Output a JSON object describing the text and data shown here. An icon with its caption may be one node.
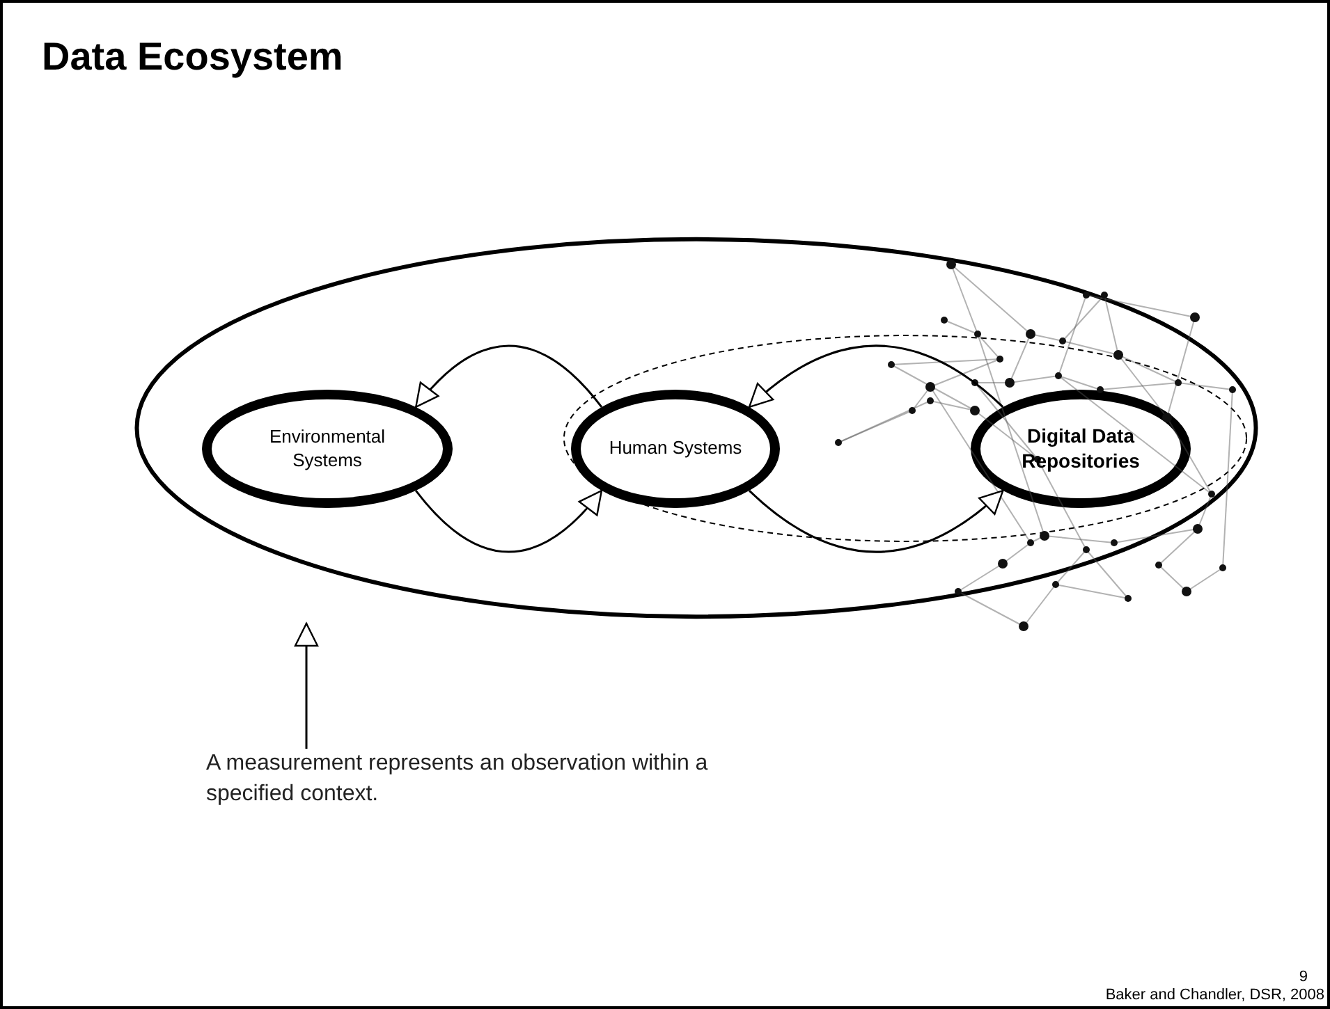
{
  "diagram": {
    "title": "Data Ecosystem",
    "nodes": [
      {
        "text": [],
        "shape": "ellipse"
      },
      {
        "text": [
          "Environmental Systems"
        ],
        "in": 0
      },
      {
        "text": [],
        "shape": "ellipse",
        "in": 0
      },
      {
        "text": [
          "Human Systems"
        ],
        "in": 2
      },
      {
        "text": [
          "Digital Data Repositories"
        ],
        "in": 2
      },
      {
        "text": [
          "A measurement represents an observation within a specified context."
        ]
      }
    ],
    "edges": [
      {
        "from": 3,
        "to": 1,
        "arrow": "to"
      },
      {
        "from": 1,
        "to": 3,
        "arrow": "to"
      },
      {
        "from": 4,
        "to": 3,
        "arrow": "to"
      },
      {
        "from": 3,
        "to": 4,
        "arrow": "to"
      },
      {
        "from": 5,
        "to": 0,
        "arrow": "to"
      }
    ],
    "labels": [
      "9",
      "Baker and Chandler, DSR, 2008"
    ]
  }
}
